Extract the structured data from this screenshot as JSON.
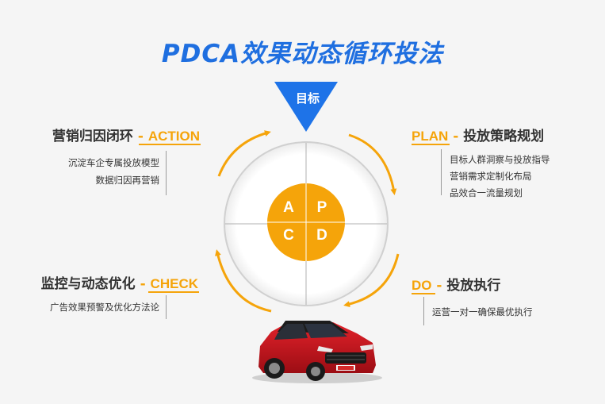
{
  "title": "PDCA效果动态循环投法",
  "goal": "目标",
  "quadrants": {
    "a": "A",
    "p": "P",
    "c": "C",
    "d": "D"
  },
  "action": {
    "title": "营销归因闭环",
    "sep": "-",
    "code": "ACTION",
    "items": [
      "沉淀车企专属投放模型",
      "数据归因再营销"
    ]
  },
  "plan": {
    "code": "PLAN",
    "sep": "-",
    "title": "投放策略规划",
    "items": [
      "目标人群洞察与投放指导",
      "营销需求定制化布局",
      "品效合一流量规划"
    ]
  },
  "check": {
    "title": "监控与动态优化",
    "sep": "-",
    "code": "CHECK",
    "items": [
      "广告效果预警及优化方法论"
    ]
  },
  "do": {
    "code": "DO",
    "sep": "-",
    "title": "投放执行",
    "items": [
      "运营一对一确保最优执行"
    ]
  },
  "colors": {
    "title_blue": "#1f6fe0",
    "accent_orange": "#f5a40a",
    "goal_blue": "#1e73e8",
    "text": "#333333"
  }
}
